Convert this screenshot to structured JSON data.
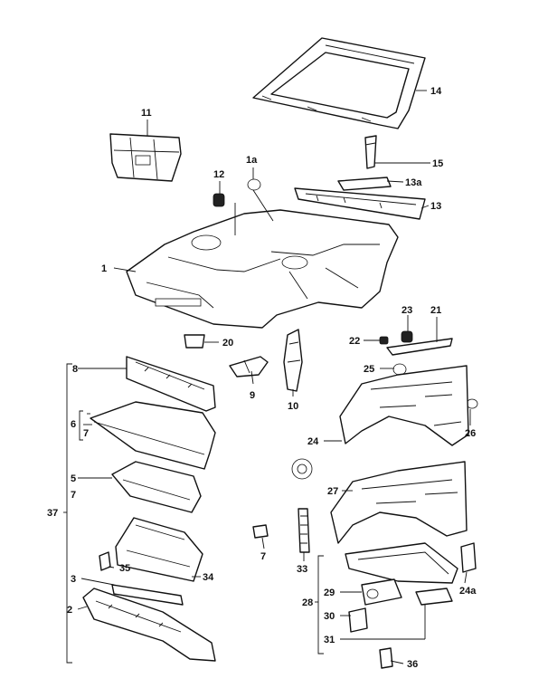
{
  "labels": {
    "l1": "1",
    "l1a": "1a",
    "l2": "2",
    "l3": "3",
    "l5": "5",
    "l6": "6",
    "l7a": "7",
    "l7b": "7",
    "l7c": "7",
    "l8": "8",
    "l9": "9",
    "l10": "10",
    "l11": "11",
    "l12": "12",
    "l13": "13",
    "l13a": "13a",
    "l14": "14",
    "l15": "15",
    "l20": "20",
    "l21": "21",
    "l22": "22",
    "l23": "23",
    "l24": "24",
    "l24a": "24a",
    "l25": "25",
    "l26": "26",
    "l27": "27",
    "l28": "28",
    "l29": "29",
    "l30": "30",
    "l31": "31",
    "l33": "33",
    "l34": "34",
    "l35": "35",
    "l36": "36",
    "l37": "37"
  }
}
